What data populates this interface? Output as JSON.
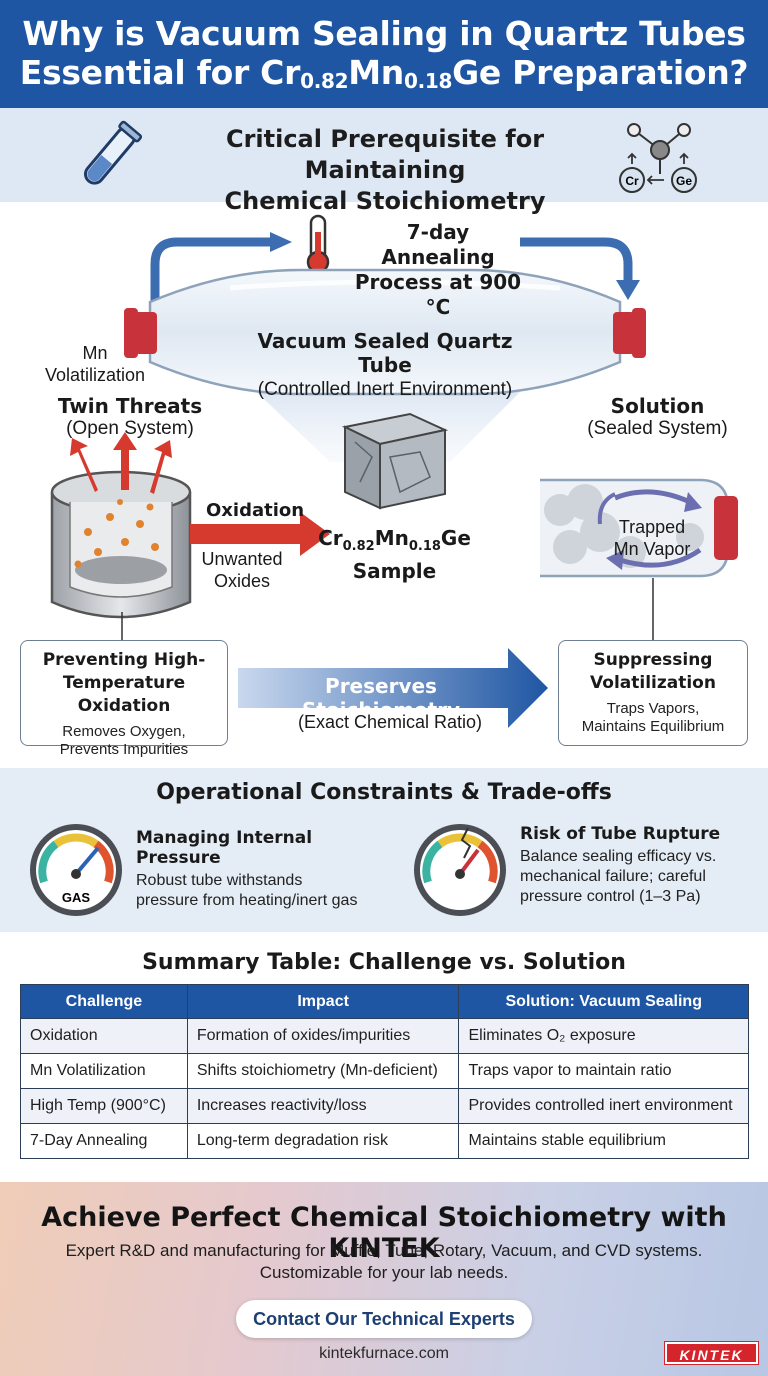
{
  "header": {
    "line1": "Why is Vacuum Sealing in Quartz Tubes",
    "line2_pre": "Essential for Cr",
    "line2_sub1": "0.82",
    "line2_mid": "Mn",
    "line2_sub2": "0.18",
    "line2_post": "Ge Preparation?"
  },
  "subtitle": {
    "line1": "Critical Prerequisite for Maintaining",
    "line2": "Chemical Stoichiometry",
    "molecule_labels": [
      "Cr",
      "Ge"
    ]
  },
  "diagram": {
    "annealing_line1": "7-day Annealing",
    "annealing_line2": "Process at 900 °C",
    "tube_title": "Vacuum Sealed Quartz Tube",
    "tube_subtitle": "(Controlled Inert Environment)",
    "mn_vol_line1": "Mn",
    "mn_vol_line2": "Volatilization",
    "threats_title": "Twin Threats",
    "threats_sub": "(Open System)",
    "solution_title": "Solution",
    "solution_sub": "(Sealed System)",
    "oxidation_label": "Oxidation",
    "oxides_line1": "Unwanted",
    "oxides_line2": "Oxides",
    "sample_pre": "Cr",
    "sample_sub1": "0.82",
    "sample_mid": "Mn",
    "sample_sub2": "0.18",
    "sample_post": "Ge",
    "sample_word": "Sample",
    "trapped_line1": "Trapped",
    "trapped_line2": "Mn Vapor",
    "preserves": "Preserves Stoichiometry",
    "exact_ratio": "(Exact Chemical Ratio)",
    "left_card": {
      "title_line1": "Preventing High-",
      "title_line2": "Temperature Oxidation",
      "body_line1": "Removes Oxygen,",
      "body_line2": "Prevents Impurities"
    },
    "right_card": {
      "title_line1": "Suppressing",
      "title_line2": "Volatilization",
      "body_line1": "Traps Vapors,",
      "body_line2": "Maintains Equilibrium"
    }
  },
  "operations": {
    "title": "Operational Constraints & Trade-offs",
    "gauge_label": "GAS",
    "left": {
      "title": "Managing Internal Pressure",
      "body_line1": "Robust tube withstands",
      "body_line2": "pressure from heating/inert gas"
    },
    "right": {
      "title": "Risk of Tube Rupture",
      "body_line1": "Balance sealing efficacy vs.",
      "body_line2": "mechanical failure; careful",
      "body_line3": "pressure control (1–3 Pa)"
    }
  },
  "summary": {
    "title": "Summary Table: Challenge vs. Solution",
    "headers": [
      "Challenge",
      "Impact",
      "Solution: Vacuum Sealing"
    ],
    "rows": [
      [
        "Oxidation",
        "Formation of oxides/impurities",
        "Eliminates O₂ exposure"
      ],
      [
        "Mn Volatilization",
        "Shifts stoichiometry (Mn-deficient)",
        "Traps vapor to maintain ratio"
      ],
      [
        "High Temp (900°C)",
        "Increases reactivity/loss",
        "Provides controlled inert environment"
      ],
      [
        "7-Day Annealing",
        "Long-term degradation risk",
        "Maintains stable equilibrium"
      ]
    ]
  },
  "footer": {
    "headline": "Achieve Perfect Chemical Stoichiometry with KINTEK",
    "body_line1": "Expert R&D and manufacturing for Muffle, Tube, Rotary, Vacuum, and CVD systems.",
    "body_line2": "Customizable for your lab needs.",
    "button": "Contact Our Technical Experts",
    "url": "kintekfurnace.com",
    "logo": "KINTEK"
  },
  "colors": {
    "primary_blue": "#1f56a3",
    "light_band": "#dde8f4",
    "cap_red": "#c8323a",
    "arrow_red": "#d63a2f",
    "gauge_needle_blue": "#2a62b5"
  }
}
